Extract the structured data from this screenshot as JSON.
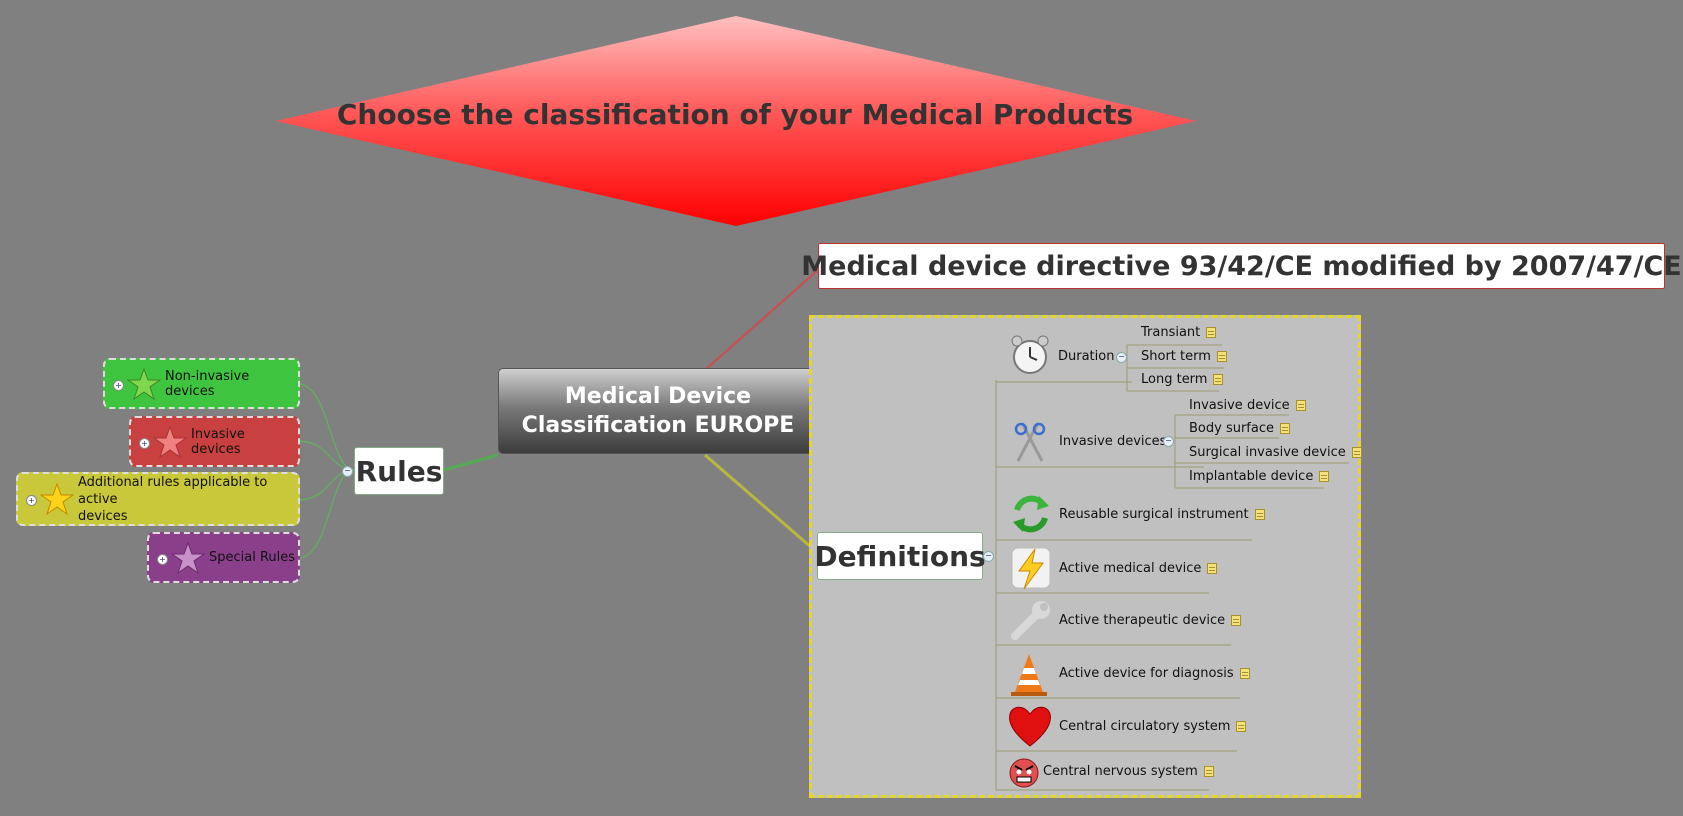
{
  "title": "Choose the classification of your Medical Products",
  "central": {
    "line1": "Medical Device",
    "line2": "Classification EUROPE"
  },
  "directive": "Medical device directive 93/42/CE modified by 2007/47/CE",
  "rules": {
    "label": "Rules",
    "items": [
      {
        "label": "Non-invasive devices",
        "color": "#3fc43f",
        "icon": "green-star-icon"
      },
      {
        "label": "Invasive devices",
        "color": "#c94040",
        "icon": "red-star-icon"
      },
      {
        "label_line1": "Additional rules applicable to active",
        "label_line2": "devices",
        "color": "#c8c83a",
        "icon": "yellow-star-icon"
      },
      {
        "label": "Special Rules",
        "color": "#8a3f8a",
        "icon": "purple-star-icon"
      }
    ]
  },
  "definitions": {
    "label": "Definitions",
    "duration": {
      "label": "Duration",
      "icon": "alarm-clock-icon",
      "children": [
        "Transiant",
        "Short term",
        "Long term"
      ]
    },
    "invasive": {
      "label": "Invasive devices",
      "icon": "scissors-icon",
      "children": [
        "Invasive device",
        "Body surface",
        "Surgical invasive device",
        "Implantable device"
      ]
    },
    "items": [
      {
        "label": "Reusable surgical instrument",
        "icon": "recycle-arrows-icon"
      },
      {
        "label": "Active medical device",
        "icon": "lightning-icon"
      },
      {
        "label": "Active therapeutic device",
        "icon": "wrench-icon"
      },
      {
        "label": "Active device for diagnosis",
        "icon": "traffic-cone-icon"
      },
      {
        "label": "Central circulatory system",
        "icon": "heart-icon"
      },
      {
        "label": "Central nervous system",
        "icon": "angry-face-icon"
      }
    ]
  },
  "colors": {
    "background": "#808080",
    "title_diamond": "#ff2a2a",
    "frame_border": "#e5d629"
  }
}
